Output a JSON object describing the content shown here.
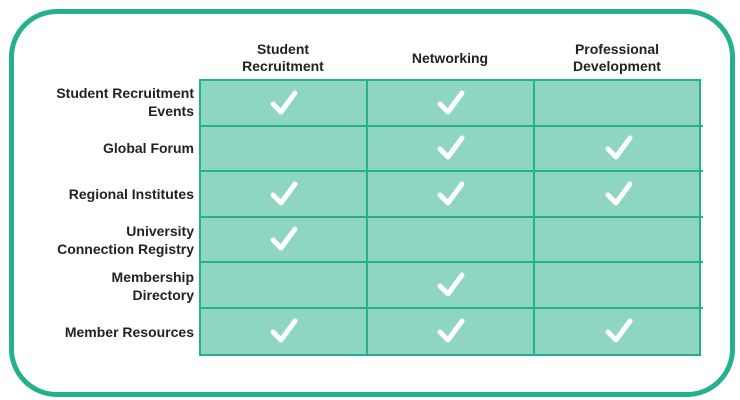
{
  "columns": [
    {
      "label": "Student\nRecruitment"
    },
    {
      "label": "Networking"
    },
    {
      "label": "Professional\nDevelopment"
    }
  ],
  "rows": [
    {
      "label": "Student Recruitment\nEvents",
      "checks": [
        true,
        true,
        false
      ]
    },
    {
      "label": "Global Forum",
      "checks": [
        false,
        true,
        true
      ]
    },
    {
      "label": "Regional Institutes",
      "checks": [
        true,
        true,
        true
      ]
    },
    {
      "label": "University\nConnection Registry",
      "checks": [
        true,
        false,
        false
      ]
    },
    {
      "label": "Membership\nDirectory",
      "checks": [
        false,
        true,
        false
      ]
    },
    {
      "label": "Member Resources",
      "checks": [
        true,
        true,
        true
      ]
    }
  ],
  "colors": {
    "border": "#25b08e",
    "cell_fill": "#8ed6c1",
    "check": "#ffffff",
    "text": "#222222"
  },
  "icons": {
    "check": "checkmark-icon"
  }
}
